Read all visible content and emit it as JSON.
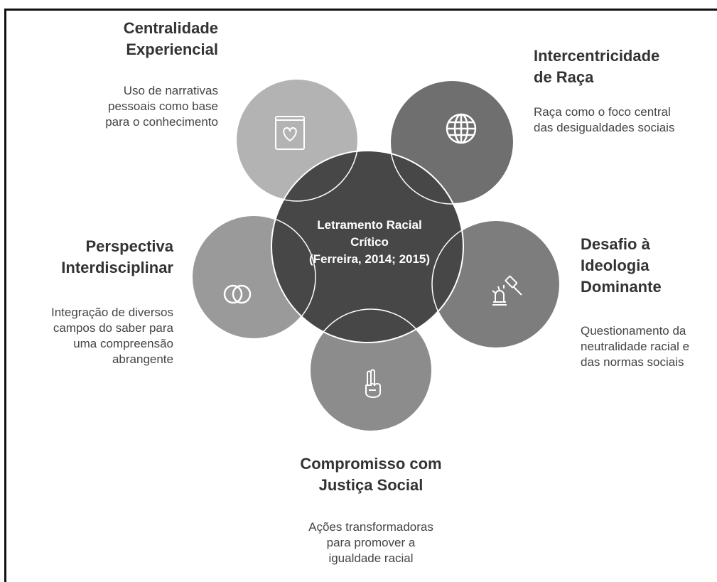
{
  "center": {
    "line1": "Letramento Racial",
    "line2": "Crítico",
    "line3": "(Ferreira, 2014; 2015)"
  },
  "nodes": [
    {
      "title_line1": "Centralidade",
      "title_line2": "Experiencial",
      "desc_line1": "Uso de narrativas",
      "desc_line2": "pessoais como base",
      "desc_line3": "para o conhecimento",
      "icon": "book-heart-icon",
      "color": "#b3b3b3"
    },
    {
      "title_line1": "Intercentricidade",
      "title_line2": "de Raça",
      "desc_line1": "Raça como o foco central",
      "desc_line2": "das desigualdades sociais",
      "icon": "globe-icon",
      "color": "#6f6f6f"
    },
    {
      "title_line1": "Desafio à",
      "title_line2": "Ideologia",
      "title_line3": "Dominante",
      "desc_line1": "Questionamento da",
      "desc_line2": "neutralidade racial e",
      "desc_line3": "das normas sociais",
      "icon": "gavel-icon",
      "color": "#7d7d7d"
    },
    {
      "title_line1": "Compromisso com",
      "title_line2": "Justiça Social",
      "desc_line1": "Ações transformadoras",
      "desc_line2": "para promover a",
      "desc_line3": "igualdade racial",
      "icon": "peace-hand-icon",
      "color": "#8c8c8c"
    },
    {
      "title_line1": "Perspectiva",
      "title_line2": "Interdisciplinar",
      "desc_line1": "Integração de diversos",
      "desc_line2": "campos do saber para",
      "desc_line3": "uma compreensão",
      "desc_line4": "abrangente",
      "icon": "rings-icon",
      "color": "#9a9a9a"
    }
  ],
  "center_color": "#474747"
}
